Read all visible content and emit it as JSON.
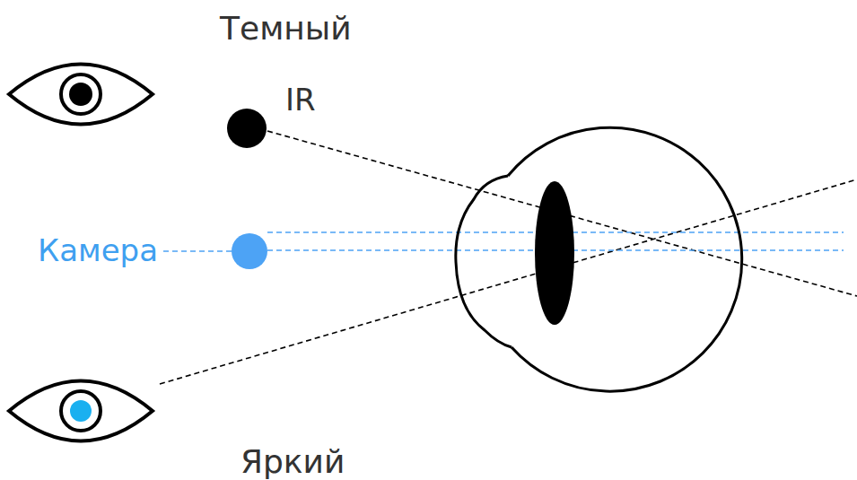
{
  "diagram": {
    "labels": [
      "Темный",
      "IR",
      "Камера",
      "Яркий"
    ]
  }
}
